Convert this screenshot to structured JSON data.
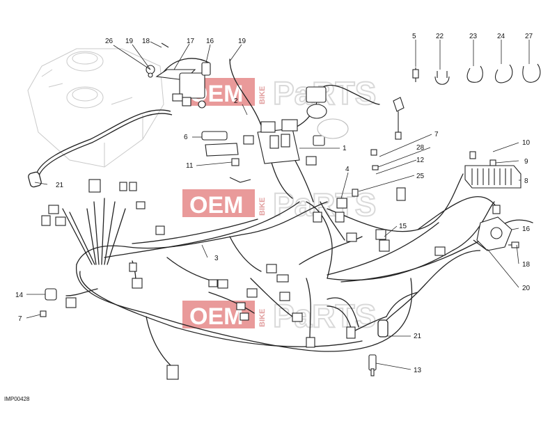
{
  "diagram": {
    "reference_code": "IMP00428",
    "callouts": [
      "26",
      "19",
      "18",
      "17",
      "16",
      "19",
      "5",
      "22",
      "23",
      "24",
      "27",
      "2",
      "6",
      "1",
      "7",
      "28",
      "12",
      "25",
      "10",
      "9",
      "8",
      "11",
      "4",
      "21",
      "3",
      "15",
      "16",
      "18",
      "20",
      "14",
      "7",
      "21",
      "13"
    ]
  },
  "watermark": {
    "brand": "OEM",
    "vertical": "BIKE",
    "suffix": "PaRTS"
  }
}
